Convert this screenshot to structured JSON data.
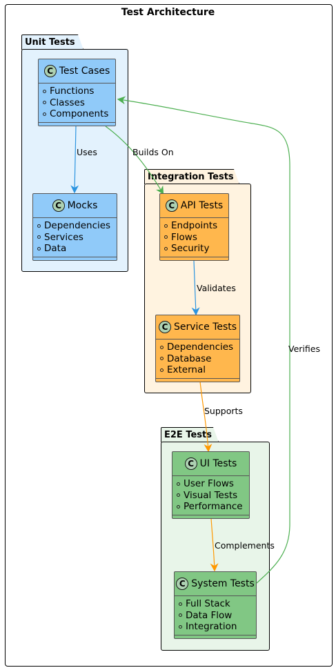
{
  "diagram": {
    "title": "Test Architecture",
    "packages": {
      "unit": {
        "name": "Unit Tests"
      },
      "integration": {
        "name": "Integration Tests"
      },
      "e2e": {
        "name": "E2E Tests"
      }
    },
    "classes": {
      "test_cases": {
        "name": "Test Cases",
        "icon": "C",
        "attributes": [
          "Functions",
          "Classes",
          "Components"
        ]
      },
      "mocks": {
        "name": "Mocks",
        "icon": "C",
        "attributes": [
          "Dependencies",
          "Services",
          "Data"
        ]
      },
      "api_tests": {
        "name": "API Tests",
        "icon": "C",
        "attributes": [
          "Endpoints",
          "Flows",
          "Security"
        ]
      },
      "service_tests": {
        "name": "Service Tests",
        "icon": "C",
        "attributes": [
          "Dependencies",
          "Database",
          "External"
        ]
      },
      "ui_tests": {
        "name": "UI Tests",
        "icon": "C",
        "attributes": [
          "User Flows",
          "Visual Tests",
          "Performance"
        ]
      },
      "system_tests": {
        "name": "System Tests",
        "icon": "C",
        "attributes": [
          "Full Stack",
          "Data Flow",
          "Integration"
        ]
      }
    },
    "relations": {
      "uses": {
        "label": "Uses",
        "color": "#2b94e0"
      },
      "builds_on": {
        "label": "Builds On",
        "color": "#4caf50"
      },
      "validates": {
        "label": "Validates",
        "color": "#2b94e0"
      },
      "supports": {
        "label": "Supports",
        "color": "#ff9800"
      },
      "complements": {
        "label": "Complements",
        "color": "#ff9800"
      },
      "verifies": {
        "label": "Verifies",
        "color": "#4caf50"
      }
    },
    "colors": {
      "unit_pkg": "#e3f2fd",
      "unit_cls": "#90caf9",
      "integration_pkg": "#fff3e0",
      "integration_cls": "#ffb74d",
      "e2e_pkg": "#e8f5e9",
      "e2e_cls": "#81c784"
    }
  }
}
